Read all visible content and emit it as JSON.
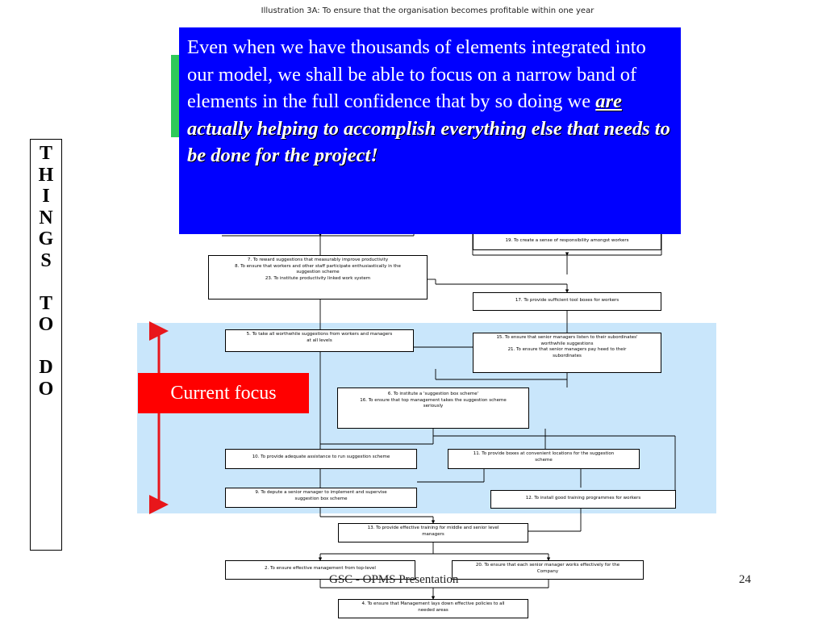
{
  "illustration_title": "Illustration 3A: To ensure that the organisation becomes profitable within one year",
  "side_label": [
    "T",
    "H",
    "I",
    "N",
    "G",
    "S",
    "",
    "T",
    "O",
    "",
    "D",
    "O"
  ],
  "callout": {
    "text_plain": "Even when we have thousands of elements integrated into our model, we shall be able to focus on a narrow band of elements in the full confidence that by so doing we ",
    "text_emphasis_1": "are",
    "text_emphasis_2": " actually helping to accomplish everything else that needs to be done for the project!",
    "background": "#0000ff"
  },
  "focus_label": "Current focus",
  "colors": {
    "focus_band": "#c9e6fb",
    "arrow": "#e8161b",
    "callout_bg": "#0000ff",
    "label_bg": "#ff0000",
    "peek": "#2fc95a"
  },
  "nodes": {
    "n19": [
      "19. To create a sense of responsibility amongst workers"
    ],
    "n7": [
      "7. To reward suggestions that measurably improve productivity",
      "8. To ensure that workers and other staff participate enthusiastically in the",
      "suggestion scheme",
      "23. To institute productivity linked work system"
    ],
    "n17": [
      "17. To provide sufficient tool boxes for workers"
    ],
    "n5": [
      "5. To take all worthwhile suggestions from workers and managers",
      "at all levels"
    ],
    "n15": [
      "15. To ensure that senior managers listen to their subordinates'",
      "worthwhile suggestions",
      "21. To ensure that senior managers pay heed to their",
      "subordinates"
    ],
    "n6": [
      "6. To institute a 'suggestion box scheme'",
      "",
      "16. To ensure that top management takes the suggestion scheme",
      "seriously"
    ],
    "n10": [
      "10. To provide adequate assistance to run suggestion scheme"
    ],
    "n11": [
      "11. To provide boxes at convenient locations for the suggestion",
      "scheme"
    ],
    "n9": [
      "9. To depute a senior manager to implement and supervise",
      "suggestion box scheme"
    ],
    "n12": [
      "12. To install good training programmes for workers"
    ],
    "n13": [
      "13. To provide effective training for middle and senior level",
      "managers"
    ],
    "n2": [
      "2. To ensure effective management from top-level"
    ],
    "n20": [
      "20. To ensure that each senior manager works effectively for the",
      "Company"
    ],
    "n4": [
      "4. To ensure that Management lays down effective policies to all",
      "needed areas"
    ]
  },
  "footer": {
    "title": "GSC - OPMS Presentation",
    "page": "24"
  }
}
